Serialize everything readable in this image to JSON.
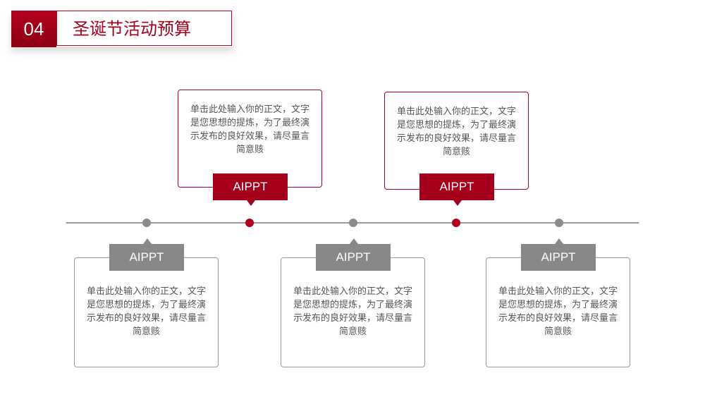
{
  "header": {
    "number": "04",
    "title": "圣诞节活动预算"
  },
  "items": [
    {
      "label": "AIPPT",
      "text": "单击此处输入你的正文，文字是您思想的提炼，为了最终演示发布的良好效果，请尽量言简意赅"
    },
    {
      "label": "AIPPT",
      "text": "单击此处输入你的正文，文字是您思想的提炼，为了最终演示发布的良好效果，请尽量言简意赅"
    },
    {
      "label": "AIPPT",
      "text": "单击此处输入你的正文，文字是您思想的提炼，为了最终演示发布的良好效果，请尽量言简意赅"
    },
    {
      "label": "AIPPT",
      "text": "单击此处输入你的正文，文字是您思想的提炼，为了最终演示发布的良好效果，请尽量言简意赅"
    },
    {
      "label": "AIPPT",
      "text": "单击此处输入你的正文，文字是您思想的提炼，为了最终演示发布的良好效果，请尽量言简意赅"
    }
  ],
  "colors": {
    "accent": "#a5001b",
    "neutral": "#888888",
    "line": "#9a9a9a"
  }
}
